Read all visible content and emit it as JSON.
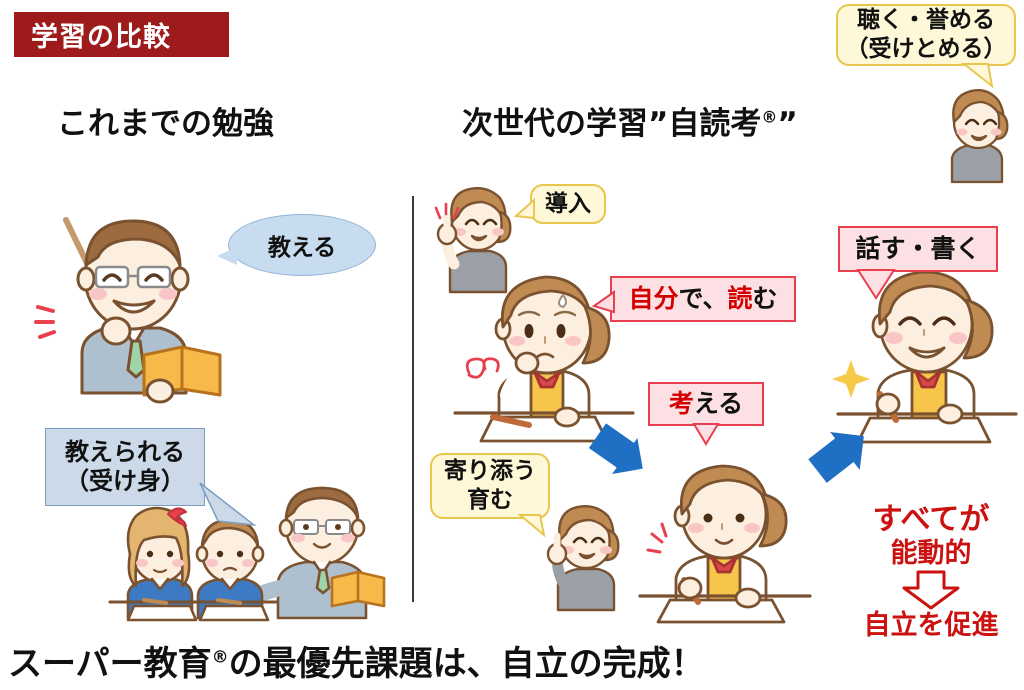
{
  "slide": {
    "title": "学習の比較",
    "title_bg": "#9E1B1B",
    "left_heading": "これまでの勉強",
    "right_heading_main": "次世代の学習”自読考",
    "right_heading_reg": "®",
    "right_heading_tail": "”",
    "caption_part1": "スーパー教育",
    "caption_reg": "®",
    "caption_part2": "の最優先課題は、自立の完成！"
  },
  "bubbles": {
    "teach": {
      "text": "教える",
      "style": "blue-oval"
    },
    "taught": {
      "line1": "教えられる",
      "line2": "（受け身）",
      "style": "blue-rect"
    },
    "listen_praise": {
      "line1": "聴く・誉める",
      "line2": "（受けとめる）",
      "style": "yellow"
    },
    "introduction": {
      "text": "導入",
      "style": "yellow"
    },
    "accompany": {
      "line1": "寄り添う",
      "line2": "育む",
      "style": "yellow"
    },
    "read_self": {
      "seg1": "自分",
      "seg2": "で、",
      "seg3": "読",
      "seg4": "む",
      "style": "pink"
    },
    "think": {
      "seg1": "考",
      "seg2": "える",
      "style": "pink"
    },
    "speak_write": {
      "text": "話す・書く",
      "style": "pink"
    }
  },
  "summary": {
    "line1": "すべてが",
    "line2": "能動的",
    "arrow": "down-arrow",
    "line3": "自立を促進",
    "color": "#CC1111"
  },
  "colors": {
    "banner_red": "#9E1B1B",
    "bubble_blue": "#C8DCF0",
    "bubble_blue_rect": "#CBD9E8",
    "bubble_yellow": "#FEF8D8",
    "bubble_yellow_border": "#E8C74E",
    "bubble_pink": "#FCE0E4",
    "bubble_pink_border": "#E8404F",
    "accent_red": "#D40000",
    "arrow_blue": "#1F6FC4",
    "skin": "#FDEFE0",
    "hair_brown": "#C49A6C",
    "uniform_blue": "#3E7AC4",
    "book_orange": "#F5A623",
    "divider": "#3a3a3a"
  },
  "figures": {
    "teacher_pointer": "teacher-with-pointer-and-book",
    "students_passive": "two-students-and-teacher-at-desks",
    "girl_raising_hand": "girl-raising-hand",
    "girl_puzzled": "girl-puzzled-at-desk",
    "girl_thinking": "girl-thinking-at-desk",
    "girl_happy_writing": "girl-happy-writing",
    "helper_pointing": "helper-pointing-figure",
    "woman_listening": "woman-listening-figure"
  }
}
